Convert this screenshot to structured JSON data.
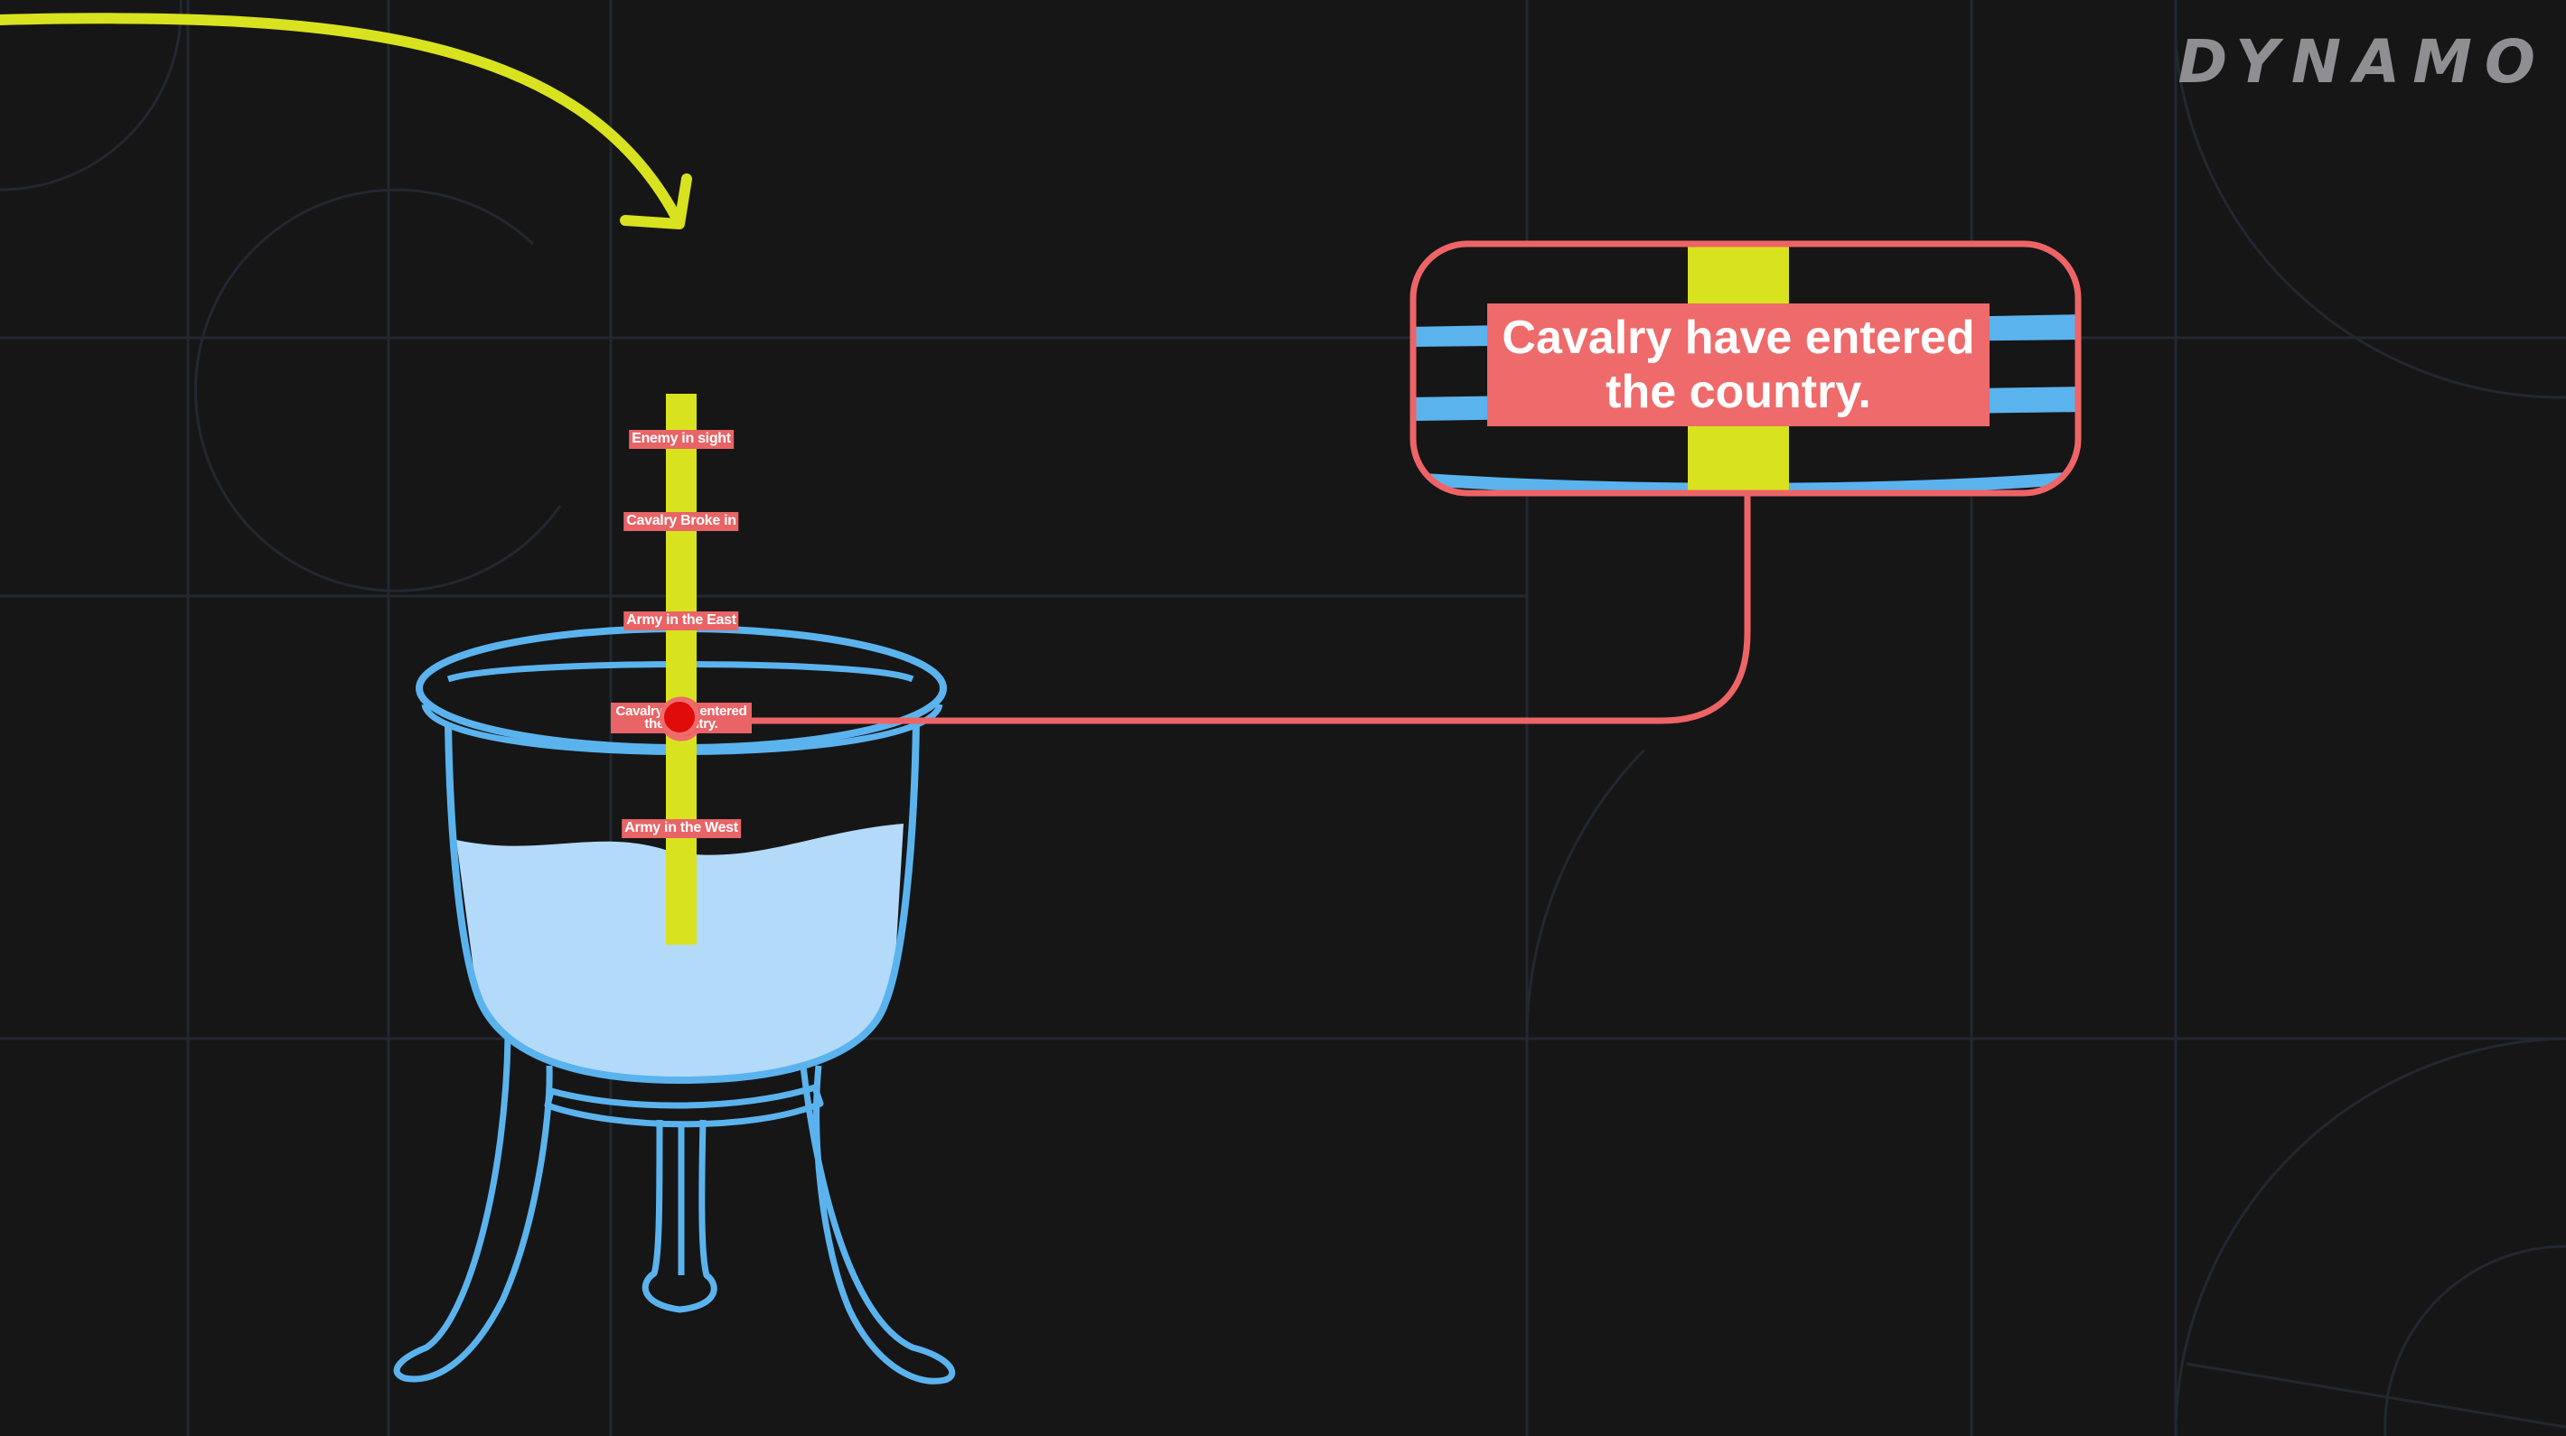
{
  "brand": {
    "name": "DYNAMO"
  },
  "zoom_callout": {
    "label": "Cavalry have entered the country."
  },
  "rod_labels": [
    {
      "text": "Enemy in sight"
    },
    {
      "text": "Cavalry Broke in"
    },
    {
      "text": "Army in the East"
    },
    {
      "text": "Cavalry have entered the country."
    },
    {
      "text": "Army in the West"
    }
  ],
  "colors": {
    "background": "#161617",
    "grid": "#242830",
    "arrow": "#d9e21f",
    "rod": "#d9e21f",
    "vessel_outline": "#5bb3ee",
    "water": "#b3daf8",
    "label_fill": "#ef6a6a",
    "callout_line": "#ee6466",
    "marker": "#e00c0c"
  }
}
